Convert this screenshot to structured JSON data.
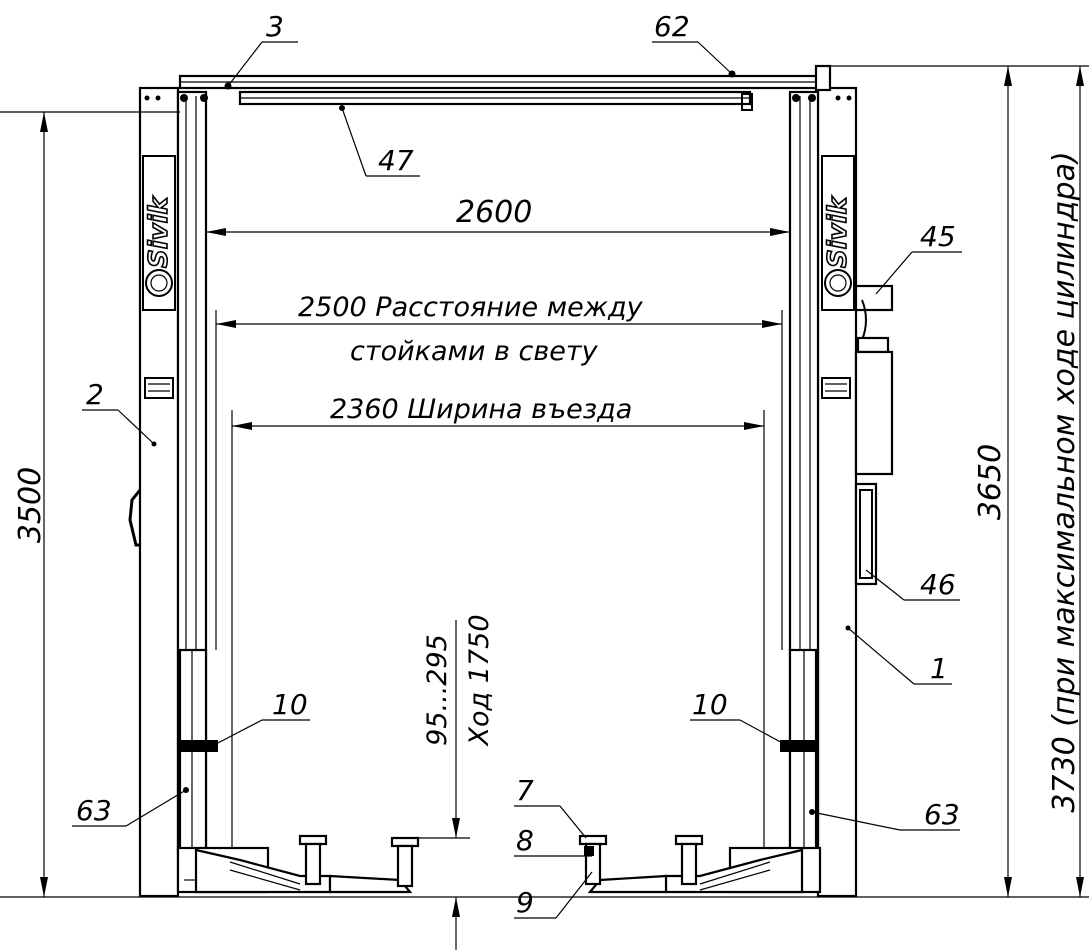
{
  "drawing": {
    "brand": "Sivik",
    "dimensions": {
      "width_total": "2600",
      "clear_between_posts": "2500 Расстояние между",
      "clear_between_posts_line2": "стойками в свету",
      "drive_width": "2360 Ширина въезда",
      "height_left": "3500",
      "height_right": "3650",
      "height_max": "3730 (при максимальном ходе цилиндра)",
      "pickup_range": "95...295",
      "travel": "Ход 1750"
    },
    "callouts": {
      "c3": "3",
      "c62": "62",
      "c47": "47",
      "c45": "45",
      "c2": "2",
      "c46": "46",
      "c1": "1",
      "c10_left": "10",
      "c10_right": "10",
      "c63_left": "63",
      "c63_right": "63",
      "c7": "7",
      "c8": "8",
      "c9": "9"
    }
  }
}
